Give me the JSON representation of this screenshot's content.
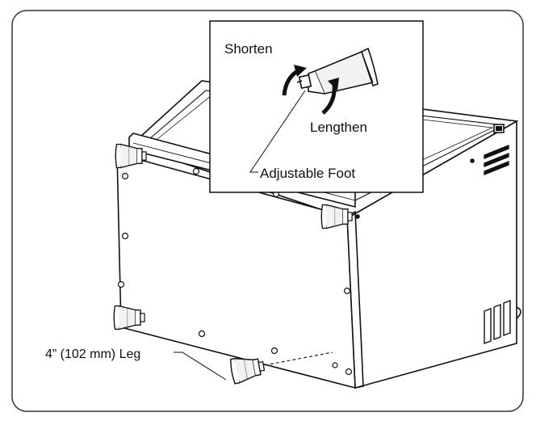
{
  "figure": {
    "callouts": {
      "shorten": "Shorten",
      "lengthen": "Lengthen",
      "adjustable_foot": "Adjustable Foot",
      "leg": "4” (102 mm) Leg"
    }
  },
  "colors": {
    "line": "#111111",
    "frame": "#333333",
    "background": "#ffffff",
    "leg_fill": "#f2f2f2"
  }
}
